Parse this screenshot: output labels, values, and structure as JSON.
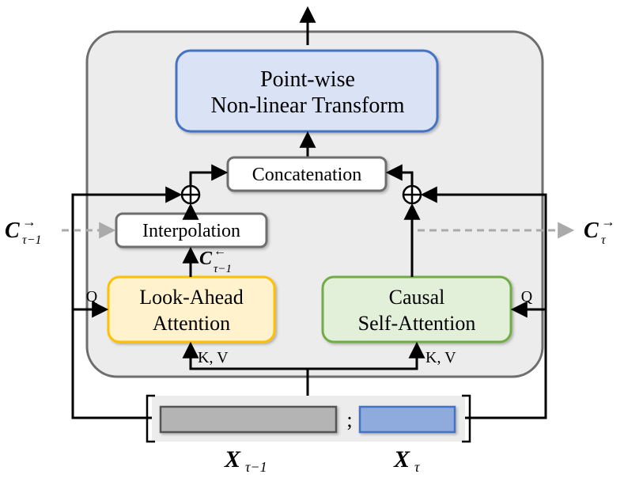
{
  "blocks": {
    "transform": {
      "line1": "Point-wise",
      "line2": "Non-linear Transform"
    },
    "concat": {
      "label": "Concatenation"
    },
    "interp": {
      "label": "Interpolation"
    },
    "lookahead": {
      "line1": "Look-Ahead",
      "line2": "Attention"
    },
    "causal": {
      "line1": "Causal",
      "line2": "Self-Attention"
    }
  },
  "labels": {
    "q_left": "Q",
    "q_right": "Q",
    "kv_left": "K, V",
    "kv_right": "K, V",
    "separator": ";"
  },
  "math": {
    "c_prev_in": {
      "base": "C",
      "sup": "→",
      "sub": "τ−1"
    },
    "c_out": {
      "base": "C",
      "sup": "→",
      "sub": "τ"
    },
    "c_back": {
      "base": "C",
      "sup": "←",
      "sub": "τ−1"
    },
    "x_prev": {
      "base": "X",
      "sub": "τ−1"
    },
    "x_cur": {
      "base": "X",
      "sub": "τ"
    }
  },
  "colors": {
    "container_fill": "#ececec",
    "container_stroke": "#6e6e6e",
    "transform_fill": "#dae3f5",
    "transform_stroke": "#4472c4",
    "lookahead_fill": "#fff2cc",
    "lookahead_stroke": "#ffc000",
    "causal_fill": "#e2efd9",
    "causal_stroke": "#70ad47",
    "gray_token_fill": "#b4b4b4",
    "gray_token_stroke": "#555555",
    "blue_token_fill": "#8faadc",
    "blue_token_stroke": "#4472c4",
    "dashed": "#aaaaaa"
  }
}
